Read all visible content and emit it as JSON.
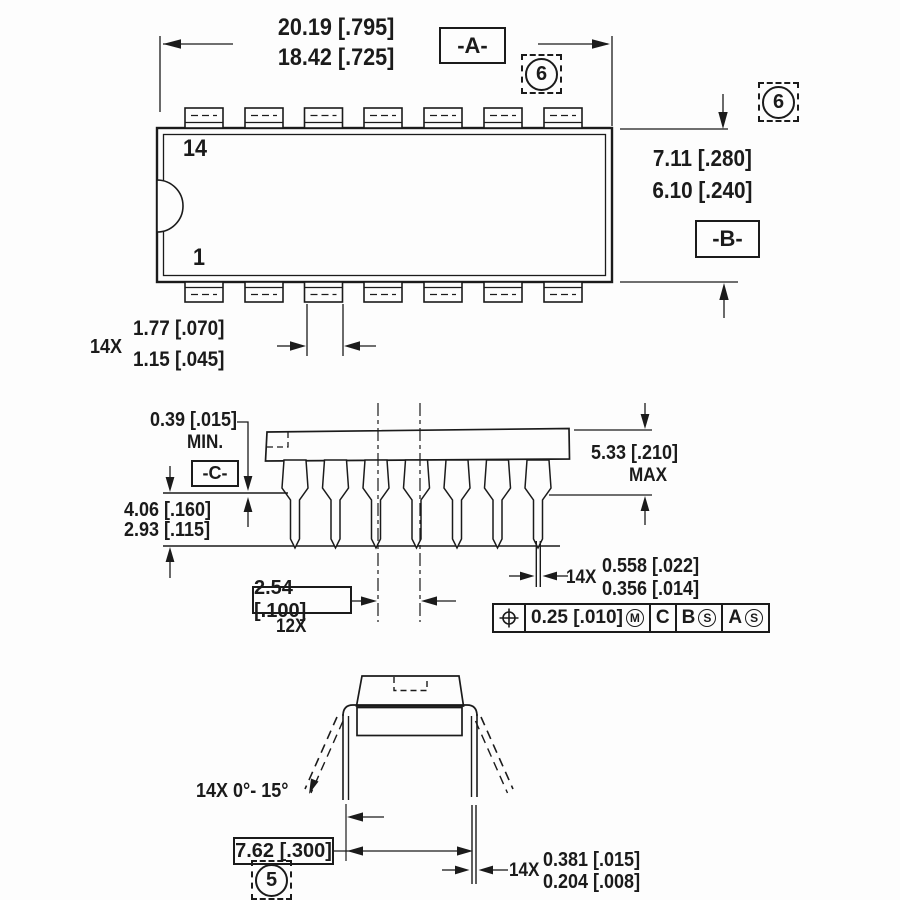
{
  "top_view": {
    "length_max": "20.19 [.795]",
    "length_min": "18.42 [.725]",
    "datum_a": "-A-",
    "note_6": "6",
    "width_max": "7.11 [.280]",
    "width_min": "6.10 [.240]",
    "datum_b": "-B-",
    "pin_label_14": "14",
    "pin_label_1": "1",
    "lead_width_qty": "14X",
    "lead_width_max": "1.77 [.070]",
    "lead_width_min": "1.15 [.045]"
  },
  "side_view": {
    "standoff_min": "0.39 [.015]",
    "standoff_qualifier": "MIN.",
    "datum_c": "-C-",
    "lead_length_max": "4.06 [.160]",
    "lead_length_min": "2.93 [.115]",
    "height_max": "5.33 [.210]",
    "height_qualifier": "MAX",
    "pitch_basic": "2.54 [.100]",
    "pitch_qty": "12X",
    "lead_thickness_qty": "14X",
    "lead_thickness_max": "0.558 [.022]",
    "lead_thickness_min": "0.356 [.014]",
    "fcf": {
      "symbol_icon": "position-tolerance",
      "tolerance": "0.25 [.010]",
      "modifier": "M",
      "datum_1": "C",
      "datum_2": "B",
      "datum_2_mod": "S",
      "datum_3": "A",
      "datum_3_mod": "S"
    }
  },
  "end_view": {
    "lead_angle": "14X 0°- 15°",
    "row_spacing_basic": "7.62 [.300]",
    "note_5": "5",
    "lead_thk_qty": "14X",
    "lead_thk_max": "0.381 [.015]",
    "lead_thk_min": "0.204 [.008]"
  }
}
